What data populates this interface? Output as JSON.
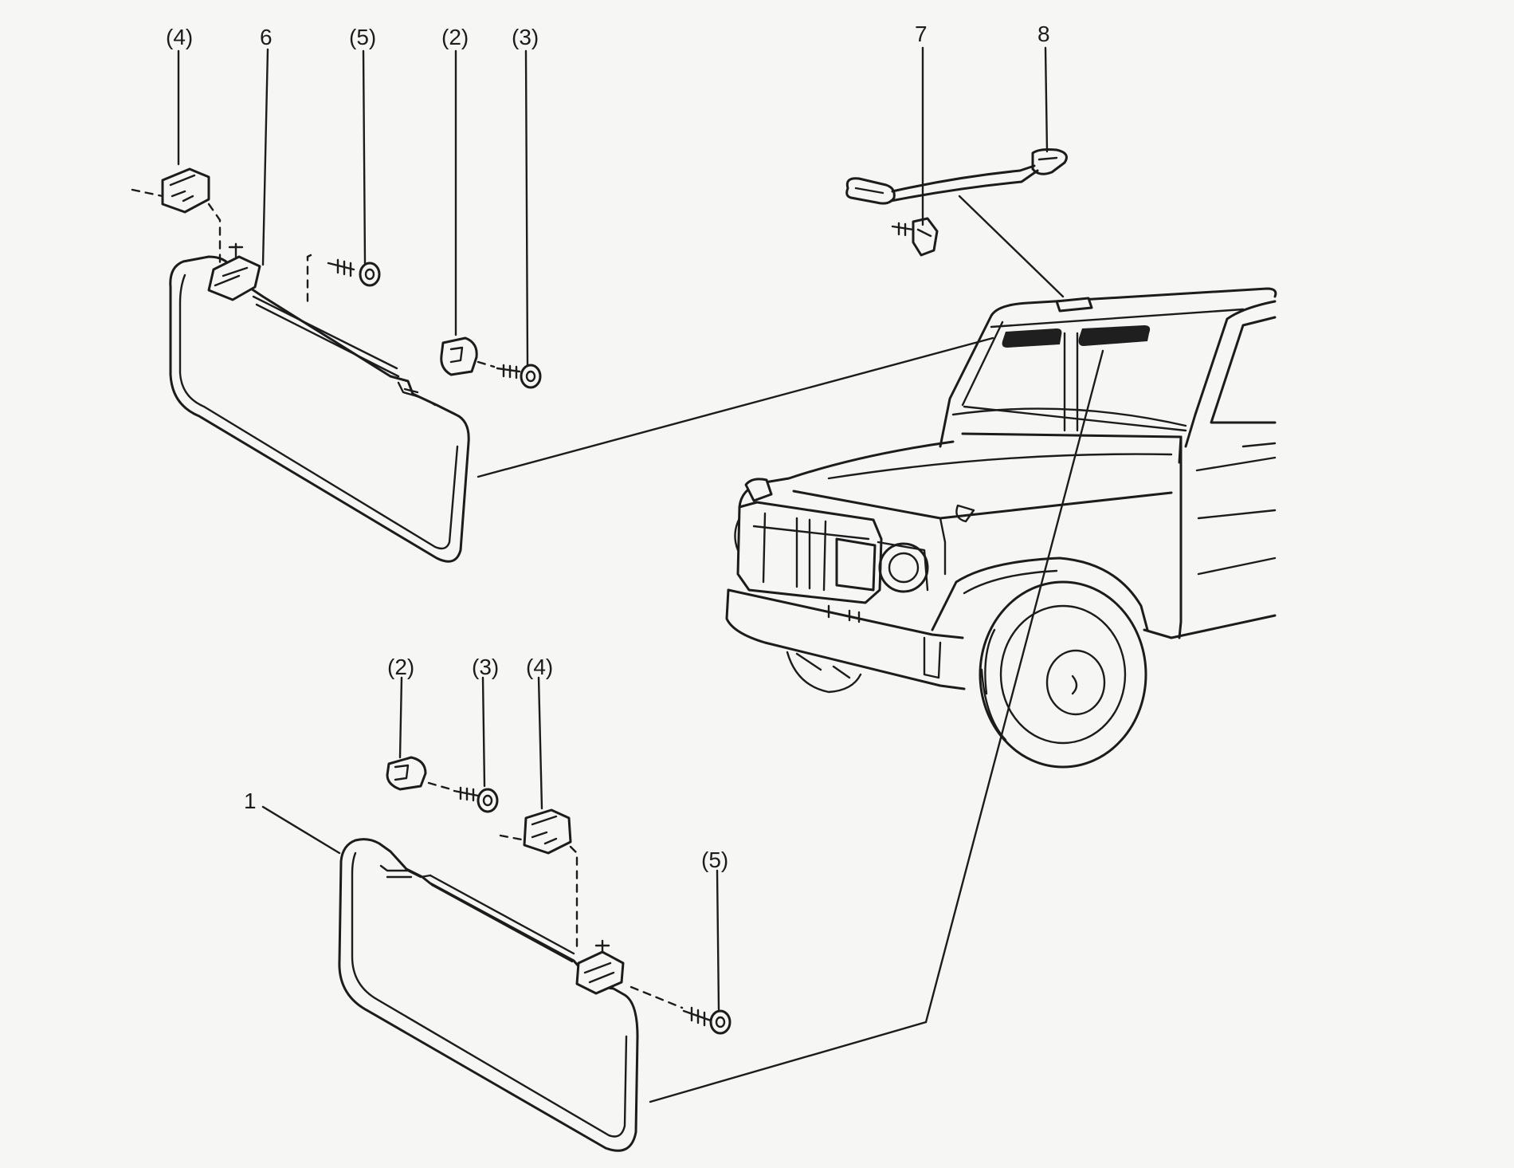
{
  "callouts": {
    "upper_bracket": "(4)",
    "upper_arm": "6",
    "upper_screw": "(5)",
    "upper_clip": "(2)",
    "upper_clip_screw": "(3)",
    "screw_7": "7",
    "grab_handle_8": "8",
    "lower_clip": "(2)",
    "lower_clip_screw": "(3)",
    "lower_bracket": "(4)",
    "lower_visor_1": "1",
    "lower_screw": "(5)"
  },
  "colors": {
    "line": "#1c1c1c",
    "background": "#f6f6f4"
  }
}
